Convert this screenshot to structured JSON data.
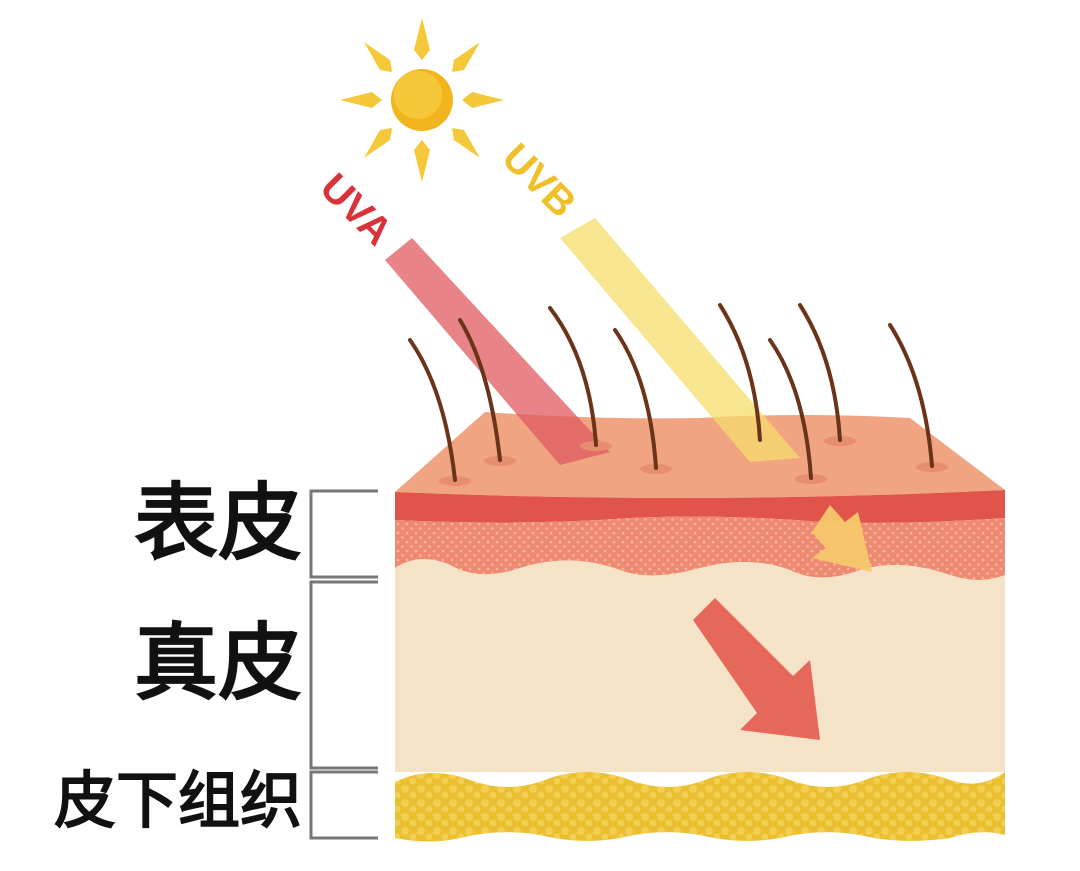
{
  "labels": {
    "epidermis": "表皮",
    "dermis": "真皮",
    "subcutaneous": "皮下组织"
  },
  "rays": {
    "uva": "UVA",
    "uvb": "UVB"
  },
  "colors": {
    "uva": "#e05a5f",
    "uvb": "#f5dc6a",
    "sun": "#f2c12e",
    "skin_surface": "#f0a482",
    "epidermis_band": "#e0544a",
    "epidermis": "#ee8a72",
    "dermis": "#f5e3c8",
    "fat": "#ebc030",
    "hair": "#6b3418"
  }
}
